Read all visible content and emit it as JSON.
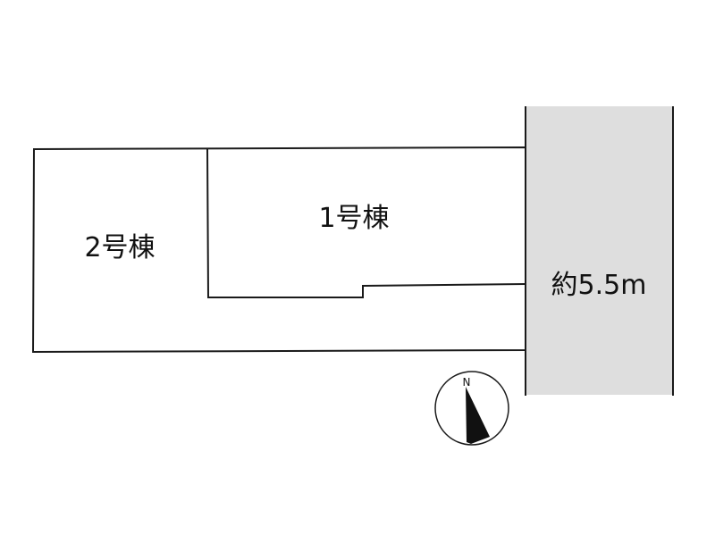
{
  "plan": {
    "lot_building_2": "2号棟",
    "lot_building_1": "1号棟",
    "road_width": "約5.5m",
    "compass_north": "N"
  },
  "colors": {
    "road_fill": "#dedede",
    "line": "#1a1a1a",
    "compass_needle": "#111111"
  }
}
